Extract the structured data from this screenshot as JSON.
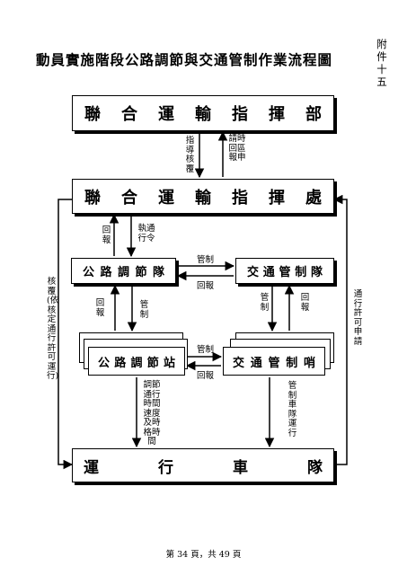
{
  "title": "動員實施階段公路調節與交通管制作業流程圖",
  "appendix": "附件十五",
  "nodes": {
    "hq_command": "聯合運輸指揮部",
    "command_office": "聯合運輸指揮處",
    "road_team": "公路調節隊",
    "traffic_team": "交通管制隊",
    "road_station": "公路調節站",
    "traffic_post": "交通管制哨",
    "vehicles": "運行車隊"
  },
  "edge_labels": {
    "guide_approve": "指導核覆",
    "request_report": "請時回區報申",
    "report_1": "回報",
    "execute_order": "執通行令",
    "control_1": "管制",
    "report_2": "回報",
    "report_3": "回報",
    "control_2": "管制",
    "control_3": "管制",
    "report_4": "回報",
    "control_4": "管制",
    "report_5": "回報",
    "adjust_notes": "調節通行時間速度及時格時間",
    "control_vehicles": "管制車隊運行",
    "approve_left": "核覆(依核定通行許可運行)",
    "apply_right": "通行許可申請"
  },
  "footer": "第 34 頁，共 49 頁"
}
